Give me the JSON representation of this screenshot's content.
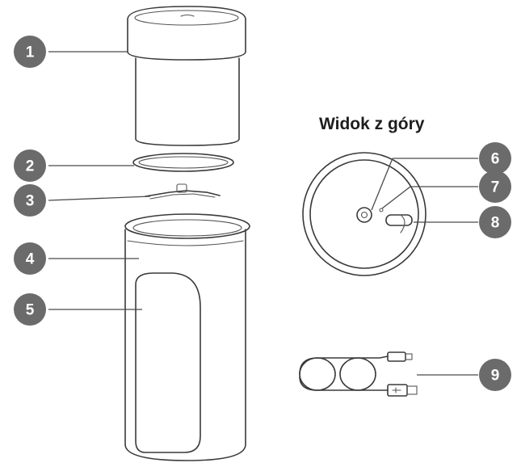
{
  "top_view_title": "Widok z góry",
  "callouts": [
    "1",
    "2",
    "3",
    "4",
    "5",
    "6",
    "7",
    "8",
    "9"
  ]
}
